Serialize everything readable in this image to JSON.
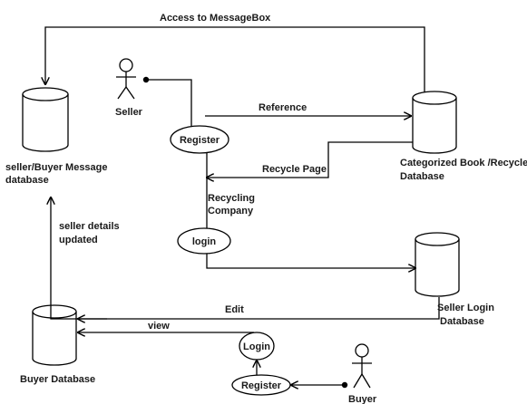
{
  "diagram": {
    "edges": {
      "access_message_box": "Access to MessageBox",
      "reference": "Reference",
      "recycle_page": "Recycle Page",
      "seller_details_line1": "seller details",
      "seller_details_line2": "updated",
      "edit": "Edit",
      "view": "view"
    },
    "actors": {
      "seller": "Seller",
      "buyer": "Buyer"
    },
    "processes": {
      "register_seller": "Register",
      "login_seller": "login",
      "login_buyer": "Login",
      "register_buyer": "Register"
    },
    "external": {
      "recycling_company_line1": "Recycling",
      "recycling_company_line2": "Company"
    },
    "databases": {
      "message_db_line1": "seller/Buyer Message",
      "message_db_line2": "database",
      "book_db_line1": "Categorized Book /Recycle",
      "book_db_line2": "Database",
      "seller_login_db_line1": "Seller Login",
      "seller_login_db_line2": "Database",
      "buyer_db": "Buyer Database"
    }
  }
}
